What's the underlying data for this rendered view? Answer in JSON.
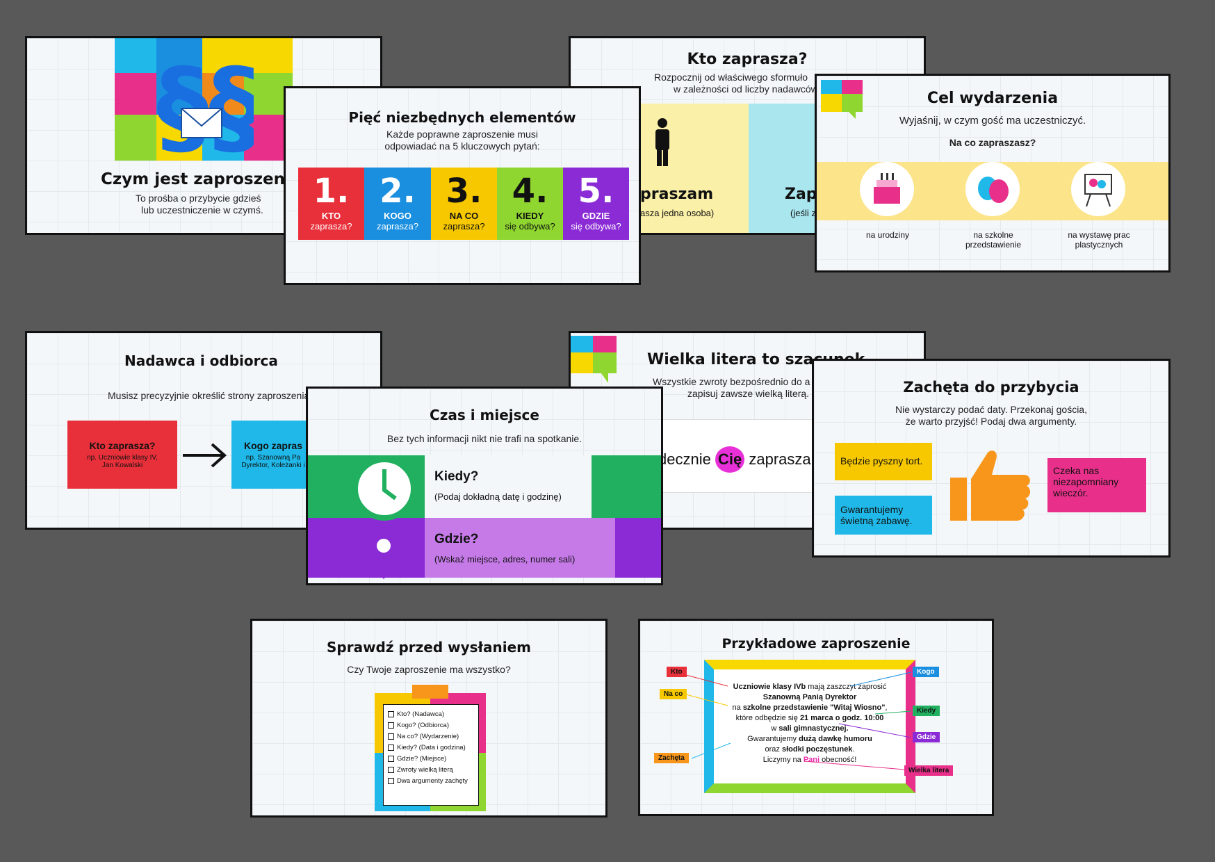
{
  "slide1": {
    "title": "Czym jest zaproszeni",
    "sub1": "To prośba o przybycie gdzieś",
    "sub2": "lub uczestniczenie w czymś."
  },
  "slide2": {
    "title": "Pięć niezbędnych elementów",
    "sub1": "Każde poprawne zaproszenie musi",
    "sub2": "odpowiadać na 5 kluczowych pytań:",
    "cols": [
      {
        "num": "1.",
        "l1": "KTO",
        "l2": "zaprasza?",
        "color": "#e8303a"
      },
      {
        "num": "2.",
        "l1": "KOGO",
        "l2": "zaprasza?",
        "color": "#1a8fe0"
      },
      {
        "num": "3.",
        "l1": "NA CO",
        "l2": "zaprasza?",
        "color": "#f7c800"
      },
      {
        "num": "4.",
        "l1": "KIEDY",
        "l2": "się odbywa?",
        "color": "#8fd630"
      },
      {
        "num": "5.",
        "l1": "GDZIE",
        "l2": "się odbywa?",
        "color": "#8a2bd6"
      }
    ]
  },
  "slide3": {
    "title": "Kto zaprasza?",
    "sub1": "Rozpocznij od właściwego sformuło",
    "sub2": "w zależności od liczby nadawców",
    "left_big": "praszam",
    "left_small": "asza jedna osoba)",
    "right_big": "Zap",
    "right_small": "(jeśli z"
  },
  "slide4": {
    "title": "Cel wydarzenia",
    "sub": "Wyjaśnij, w czym gość ma uczestniczyć.",
    "q": "Na co zapraszasz?",
    "items": [
      "na urodziny",
      "na szkolne przedstawienie",
      "na wystawę prac plastycznych"
    ]
  },
  "slide5": {
    "title": "Nadawca i odbiorca",
    "sub": "Musisz precyzyjnie określić strony zaproszenia.",
    "a_title": "Kto zaprasza?",
    "a_sub1": "np. Uczniowie klasy IV,",
    "a_sub2": "Jan Kowalski",
    "b_title": "Kogo zapras",
    "b_sub1": "np. Szanowną Pa",
    "b_sub2": "Dyrektor, Koleżanki i"
  },
  "slide6": {
    "title": "Wielka litera to szacunek",
    "sub1": "Wszystkie zwroty bezpośrednio do a",
    "sub2": "zapisuj zawsze wielką literą.",
    "phrase_a": "decznie",
    "phrase_b": "Cię",
    "phrase_c": "zapraszam"
  },
  "slide7": {
    "title": "Czas i miejsce",
    "sub": "Bez tych informacji nikt nie trafi na spotkanie.",
    "when": "Kiedy?",
    "when_sub": "(Podaj dokładną datę i godzinę)",
    "where": "Gdzie?",
    "where_sub": "(Wskaż miejsce, adres, numer sali)"
  },
  "slide8": {
    "title": "Zachęta do przybycia",
    "sub1": "Nie wystarczy podać daty. Przekonaj gościa,",
    "sub2": "że warto przyjść! Podaj dwa argumenty.",
    "b1": "Będzie pyszny tort.",
    "b2": "Gwarantujemy świetną zabawę.",
    "b3": "Czeka nas niezapomniany wieczór."
  },
  "slide9": {
    "title": "Sprawdź przed wysłaniem",
    "sub": "Czy Twoje zaproszenie ma wszystko?",
    "list": [
      "Kto? (Nadawca)",
      "Kogo? (Odbiorca)",
      "Na co? (Wydarzenie)",
      "Kiedy? (Data i godzina)",
      "Gdzie? (Miejsce)",
      "Zwroty wielką literą",
      "Dwa argumenty zachęty"
    ]
  },
  "slide10": {
    "title": "Przykładowe zaproszenie",
    "tags": {
      "kto": "Kto",
      "naco": "Na co",
      "zacheta": "Zachęta",
      "kogo": "Kogo",
      "kiedy": "Kiedy",
      "gdzie": "Gdzie",
      "wielka": "Wielka litera"
    },
    "lines": {
      "l1a": "Uczniowie klasy IVb",
      "l1b": " mają zaszczyt zaprosić",
      "l2": "Szanowną Panią Dyrektor",
      "l3a": "na ",
      "l3b": "szkolne przedstawienie \"Witaj Wiosno\"",
      ",l3c": ",",
      "l4a": "które odbędzie się ",
      "l4b": "21 marca o godz. 10:00",
      "l5a": "w ",
      "l5b": "sali gimnastycznej.",
      "l6a": "Gwarantujemy ",
      "l6b": "dużą dawkę humoru",
      "l7a": "oraz ",
      "l7b": "słodki poczęstunek",
      ".l7c": ".",
      "l8a": "Liczymy na ",
      "l8b": "Pani",
      "l8c": " obecność!"
    }
  }
}
